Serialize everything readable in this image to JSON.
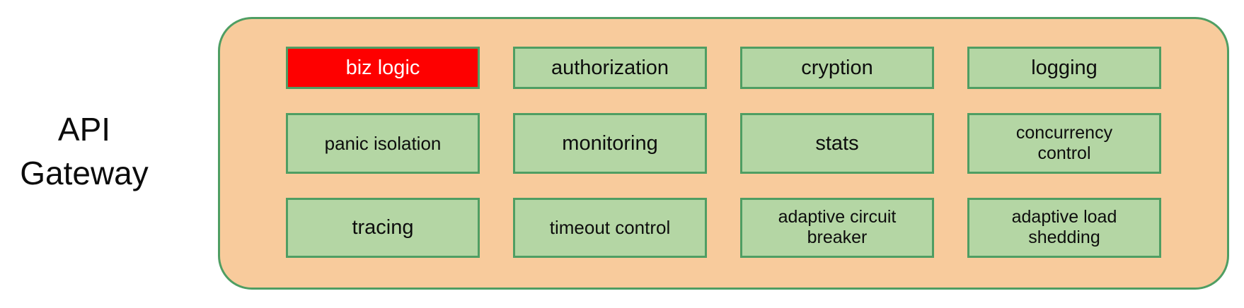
{
  "colors": {
    "container-fill": "#f8cb9c",
    "container-border": "#4f9e63",
    "box-fill": "#b4d6a4",
    "box-border": "#4f9e63",
    "highlight-fill": "#fe0000",
    "highlight-text": "#ffffff",
    "text": "#0d0d0d"
  },
  "label": {
    "text": "API\nGateway"
  },
  "gateway": {
    "cells": [
      {
        "label": "biz logic",
        "highlighted": true
      },
      {
        "label": "authorization",
        "highlighted": false
      },
      {
        "label": "cryption",
        "highlighted": false
      },
      {
        "label": "logging",
        "highlighted": false
      },
      {
        "label": "panic isolation",
        "highlighted": false
      },
      {
        "label": "monitoring",
        "highlighted": false
      },
      {
        "label": "stats",
        "highlighted": false
      },
      {
        "label": "concurrency control",
        "highlighted": false
      },
      {
        "label": "tracing",
        "highlighted": false
      },
      {
        "label": "timeout control",
        "highlighted": false
      },
      {
        "label": "adaptive circuit breaker",
        "highlighted": false
      },
      {
        "label": "adaptive load shedding",
        "highlighted": false
      }
    ]
  }
}
